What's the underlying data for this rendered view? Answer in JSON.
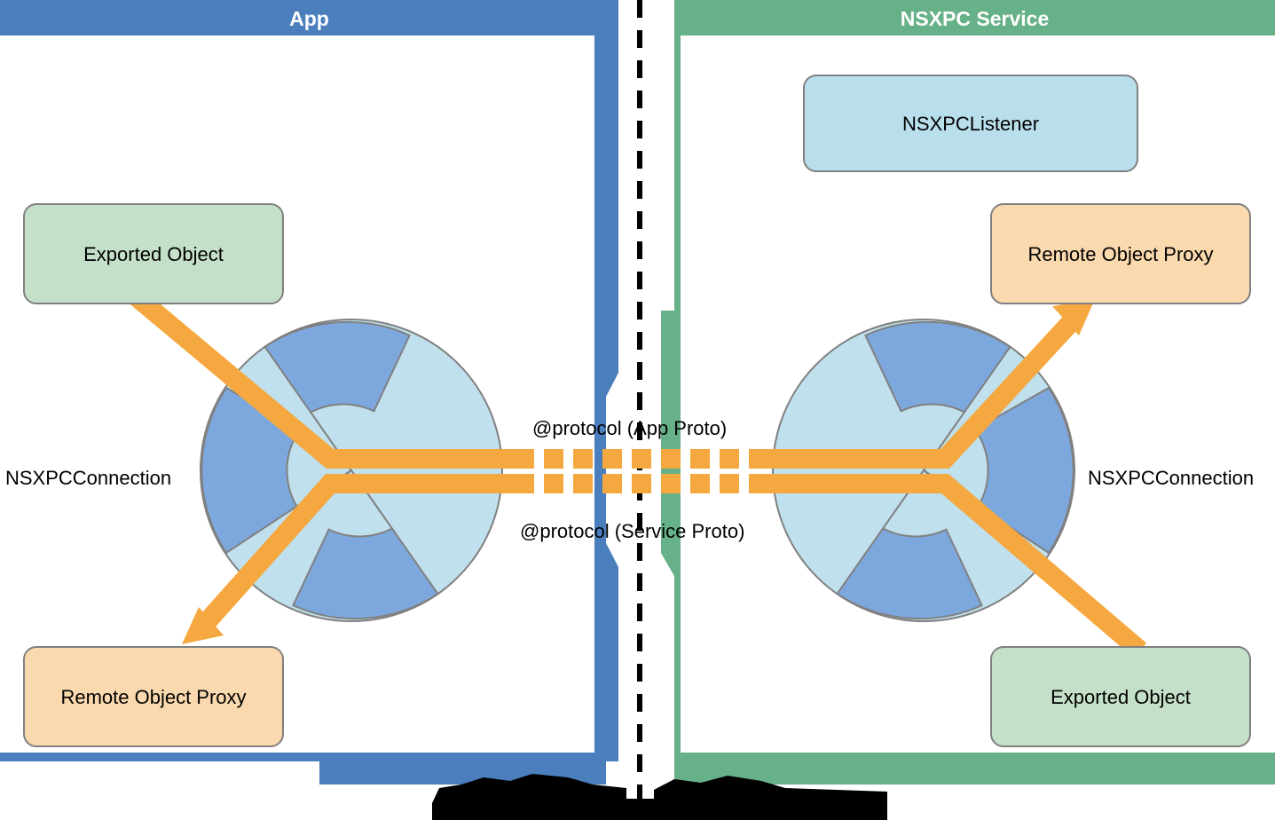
{
  "diagram": {
    "title_app": "App",
    "title_service": "NSXPC Service",
    "center_labels": {
      "app_proto": "@protocol (App Proto)",
      "service_proto": "@protocol (Service Proto)"
    },
    "connection_label_left": "NSXPCConnection",
    "connection_label_right": "NSXPCConnection",
    "app_boxes": {
      "exported_object": "Exported Object",
      "remote_object_proxy": "Remote Object Proxy"
    },
    "service_boxes": {
      "listener": "NSXPCListener",
      "remote_object_proxy": "Remote Object Proxy",
      "exported_object": "Exported Object"
    },
    "colors": {
      "app_panel": "#4a7ebd",
      "service_panel": "#66b187",
      "box_green": "#c5e0c8",
      "box_orange": "#fbd9ae",
      "box_blue": "#b9dfec",
      "box_stroke": "#808080",
      "circle_blue": "#7da8dd",
      "circle_lightblue": "#bfe0ec",
      "circle_stroke": "#808080",
      "arrow_orange": "#f5a83f",
      "divider": "#000000",
      "panel_body": "#ffffff"
    }
  }
}
